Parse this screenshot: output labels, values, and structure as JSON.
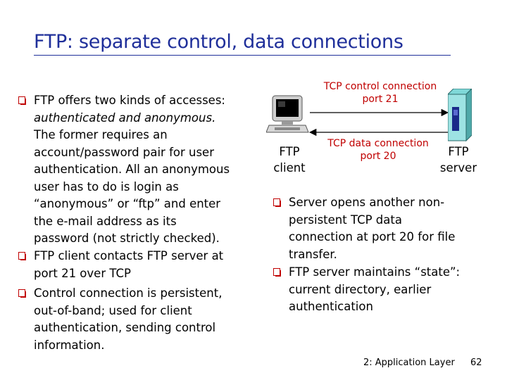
{
  "slide": {
    "title": "FTP: separate control, data connections",
    "left_bullets": [
      {
        "lines": [
          "FTP offers two kinds of accesses:",
          "authenticated and anonymous.",
          "The former requires an",
          "account/password pair for user",
          "authentication. All an anonymous",
          "user has to do is login as",
          "“anonymous” or “ftp” and enter",
          "the e-mail address as its",
          "password (not strictly checked)."
        ]
      },
      {
        "lines": [
          "FTP client contacts FTP server at",
          "port 21 over TCP"
        ]
      },
      {
        "lines": [
          "Control connection is persistent,",
          "out-of-band; used for client",
          "authentication, sending control",
          "information."
        ]
      }
    ],
    "right_bullets": [
      {
        "lines": [
          "Server opens another non-",
          "persistent TCP data",
          "connection at port 20 for file",
          "transfer."
        ]
      },
      {
        "lines": [
          "FTP server maintains “state”:",
          "current directory, earlier",
          "authentication"
        ]
      }
    ],
    "diagram": {
      "control_label": [
        "TCP control connection",
        "port 21"
      ],
      "data_label": [
        "TCP data connection",
        "port 20"
      ],
      "client_label": [
        "FTP",
        "client"
      ],
      "server_label": [
        "FTP",
        "server"
      ],
      "client_icon": "desktop-computer-icon",
      "server_icon": "server-tower-icon",
      "label_color": "#c00000"
    },
    "footer": {
      "section": "2: Application Layer",
      "page": "62"
    },
    "colors": {
      "title": "#1f2f9a",
      "bullet": "#c00000"
    }
  }
}
